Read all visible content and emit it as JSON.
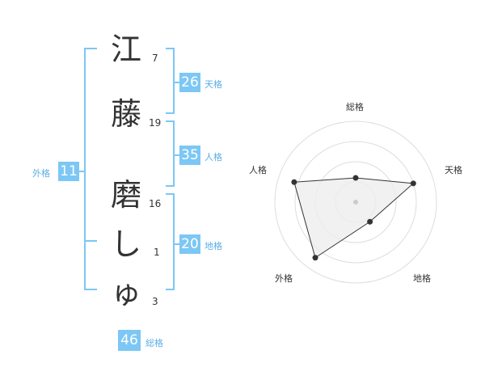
{
  "name_chars": [
    {
      "char": "江",
      "strokes": "7"
    },
    {
      "char": "藤",
      "strokes": "19"
    },
    {
      "char": "磨",
      "strokes": "16"
    },
    {
      "char": "し",
      "strokes": "1"
    },
    {
      "char": "ゅ",
      "strokes": "3"
    }
  ],
  "kaku": {
    "ten": {
      "value": "26",
      "label": "天格"
    },
    "jin": {
      "value": "35",
      "label": "人格"
    },
    "chi": {
      "value": "20",
      "label": "地格"
    },
    "gai": {
      "value": "11",
      "label": "外格"
    },
    "sou": {
      "value": "46",
      "label": "総格"
    }
  },
  "colors": {
    "accent": "#7cc7f5",
    "bracket": "#7cc7f5",
    "text": "#333333"
  },
  "chart_data": {
    "type": "radar",
    "axes": [
      "総格",
      "天格",
      "地格",
      "外格",
      "人格"
    ],
    "values": [
      0.3,
      0.75,
      0.3,
      0.85,
      0.8
    ],
    "rings": 4
  }
}
